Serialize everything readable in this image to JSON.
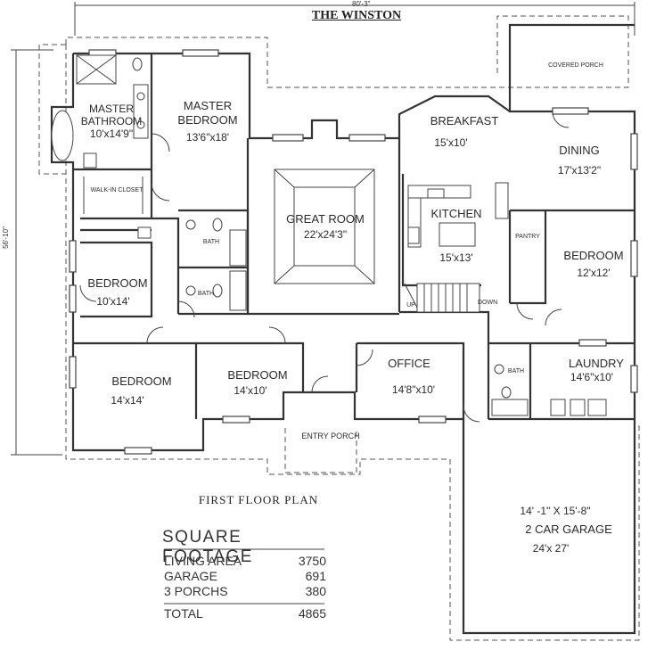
{
  "plan": {
    "title": "THE WINSTON",
    "caption": "FIRST FLOOR PLAN",
    "dim_width": "80'-3\"",
    "dim_depth": "56'-10\""
  },
  "rooms": {
    "covered_porch": "COVERED PORCH",
    "master_bath_name": "MASTER\nBATHROOM",
    "master_bath_size": "10'x14'9\"",
    "master_bed_name": "MASTER\nBEDROOM",
    "master_bed_size": "13'6\"x18'",
    "walk_in_closet": "WALK-IN CLOSET",
    "bath_a": "BATH",
    "bath_b": "BATH",
    "bath_c": "BATH",
    "great_room_name": "GREAT ROOM",
    "great_room_size": "22'x24'3\"",
    "breakfast_name": "BREAKFAST",
    "breakfast_size": "15'x10'",
    "dining_name": "DINING",
    "dining_size": "17'x13'2\"",
    "kitchen_name": "KITCHEN",
    "kitchen_size": "15'x13'",
    "pantry": "PANTRY",
    "bed_nw_name": "BEDROOM",
    "bed_nw_size": "10'x14'",
    "bed_sw_name": "BEDROOM",
    "bed_sw_size": "14'x14'",
    "bed_s_name": "BEDROOM",
    "bed_s_size": "14'x10'",
    "bed_e_name": "BEDROOM",
    "bed_e_size": "12'x12'",
    "office_name": "OFFICE",
    "office_size": "14'8\"x10'",
    "laundry_name": "LAUNDRY",
    "laundry_size": "14'6\"x10'",
    "entry_porch": "ENTRY PORCH",
    "stair_up": "UP",
    "stair_down": "DOWN",
    "garage_dims": "14' -1\" X 15'-8\"",
    "garage_name": "2 CAR GARAGE",
    "garage_size": "24'x 27'"
  },
  "square_footage": {
    "title": "SQUARE FOOTAGE",
    "rows": [
      {
        "label": "LIVING AREA",
        "value": "3750"
      },
      {
        "label": "GARAGE",
        "value": "691"
      },
      {
        "label": "3 PORCHS",
        "value": "380"
      }
    ],
    "total_label": "TOTAL",
    "total_value": "4865"
  }
}
